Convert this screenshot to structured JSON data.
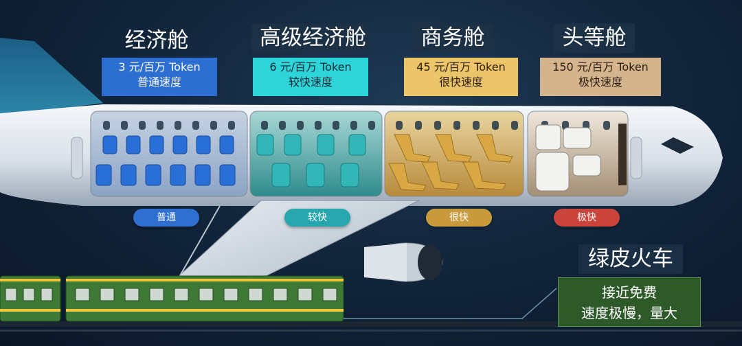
{
  "classes": [
    {
      "title": "经济舱",
      "price": "3 元/百万 Token",
      "speed": "普通速度",
      "pill": "普通",
      "box_color": "#2c6fd1",
      "pill_color": "#2f6fd0"
    },
    {
      "title": "高级经济舱",
      "price": "6 元/百万 Token",
      "speed": "较快速度",
      "pill": "较快",
      "box_color": "#2fd4d8",
      "pill_color": "#27a6ae"
    },
    {
      "title": "商务舱",
      "price": "45 元/百万 Token",
      "speed": "很快速度",
      "pill": "很快",
      "box_color": "#ecc46a",
      "pill_color": "#c99a3c"
    },
    {
      "title": "头等舱",
      "price": "150 元/百万 Token",
      "speed": "极快速度",
      "pill": "极快",
      "box_color": "#d4b48c",
      "pill_color": "#c9443a"
    }
  ],
  "train": {
    "title": "绿皮火车",
    "line1": "接近免费",
    "line2": "速度极慢，量大",
    "box_color": "#2e5a2a"
  }
}
